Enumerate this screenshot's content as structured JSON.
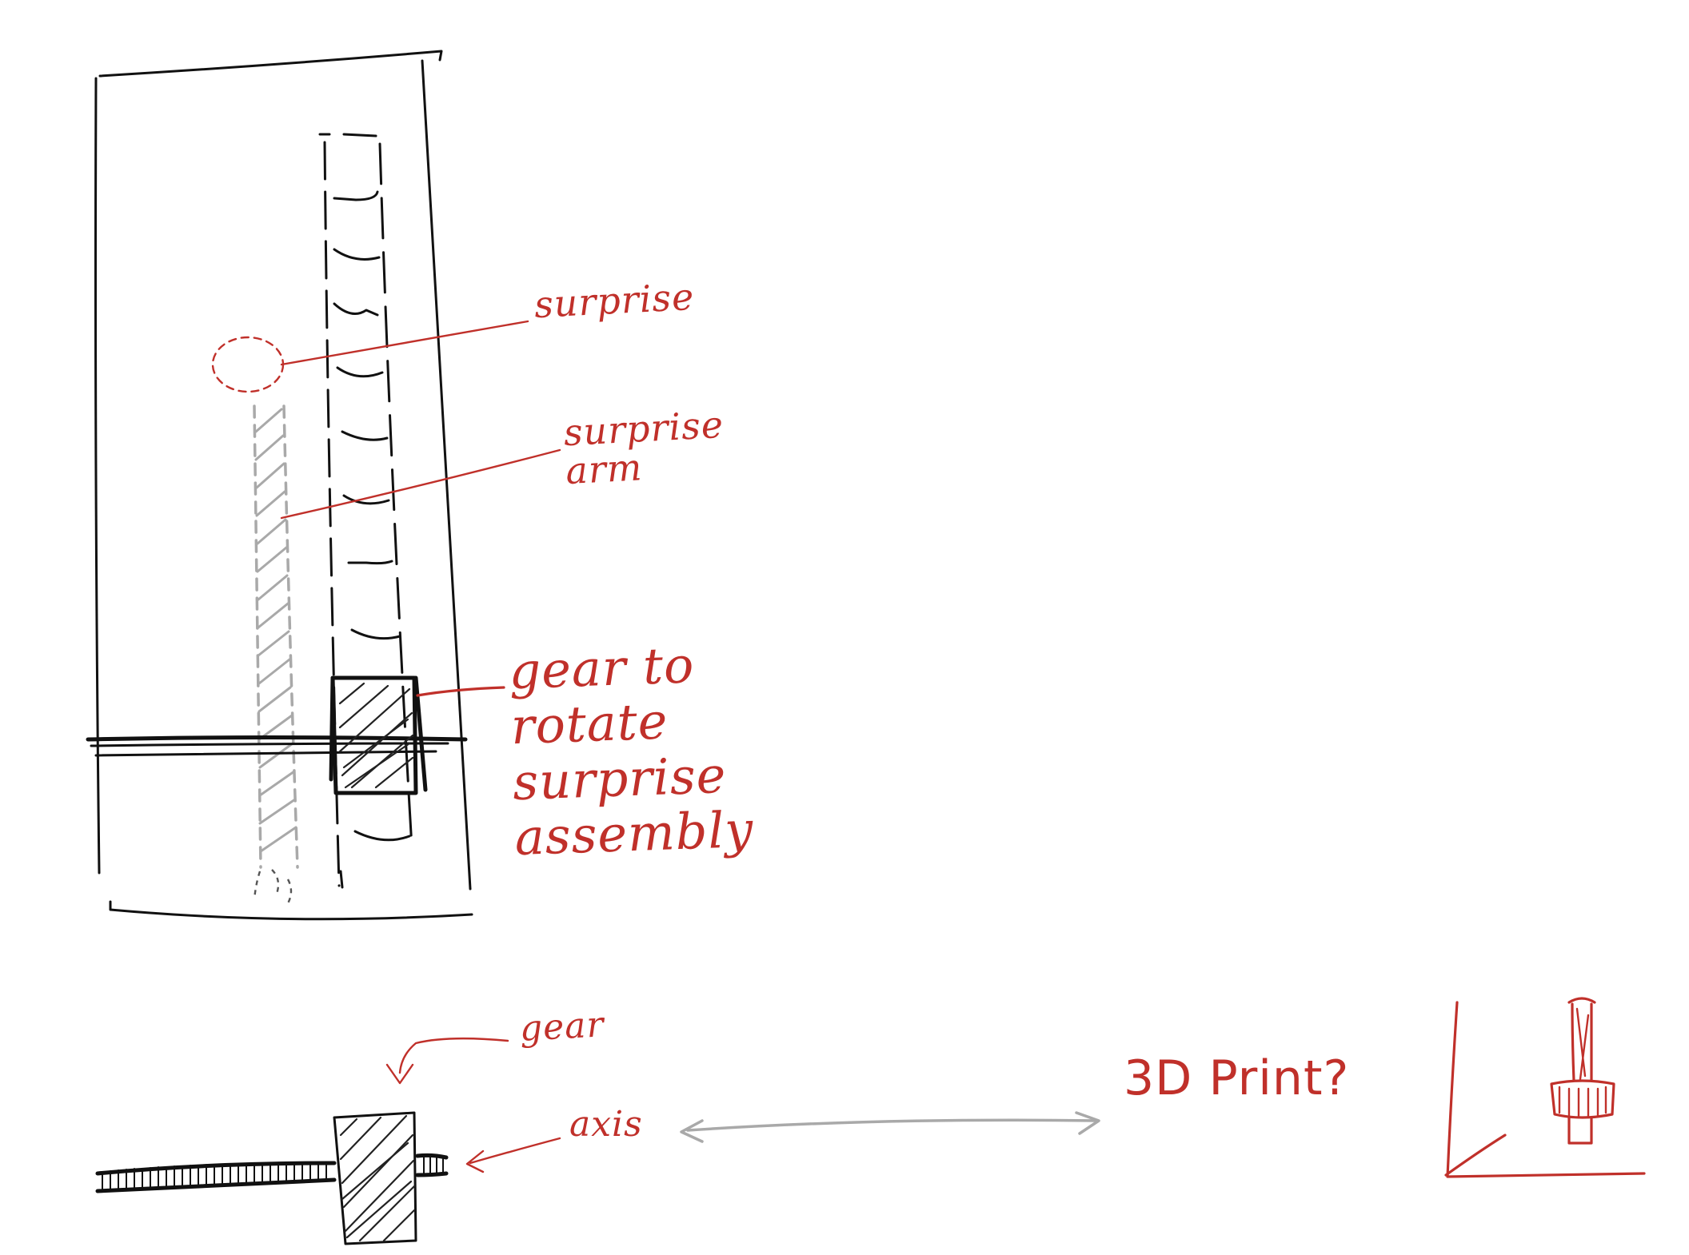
{
  "colors": {
    "ink": "#111111",
    "annotation": "#c0302a",
    "pencil": "#a9a9a9",
    "background": "#ffffff"
  },
  "labels": {
    "surprise": "surprise",
    "surprise_arm": "surprise\narm",
    "gear_to_rotate": "gear to\nrotate\nsurprise\nassembly",
    "gear": "gear",
    "axis": "axis",
    "print_question": "3D Print?"
  }
}
